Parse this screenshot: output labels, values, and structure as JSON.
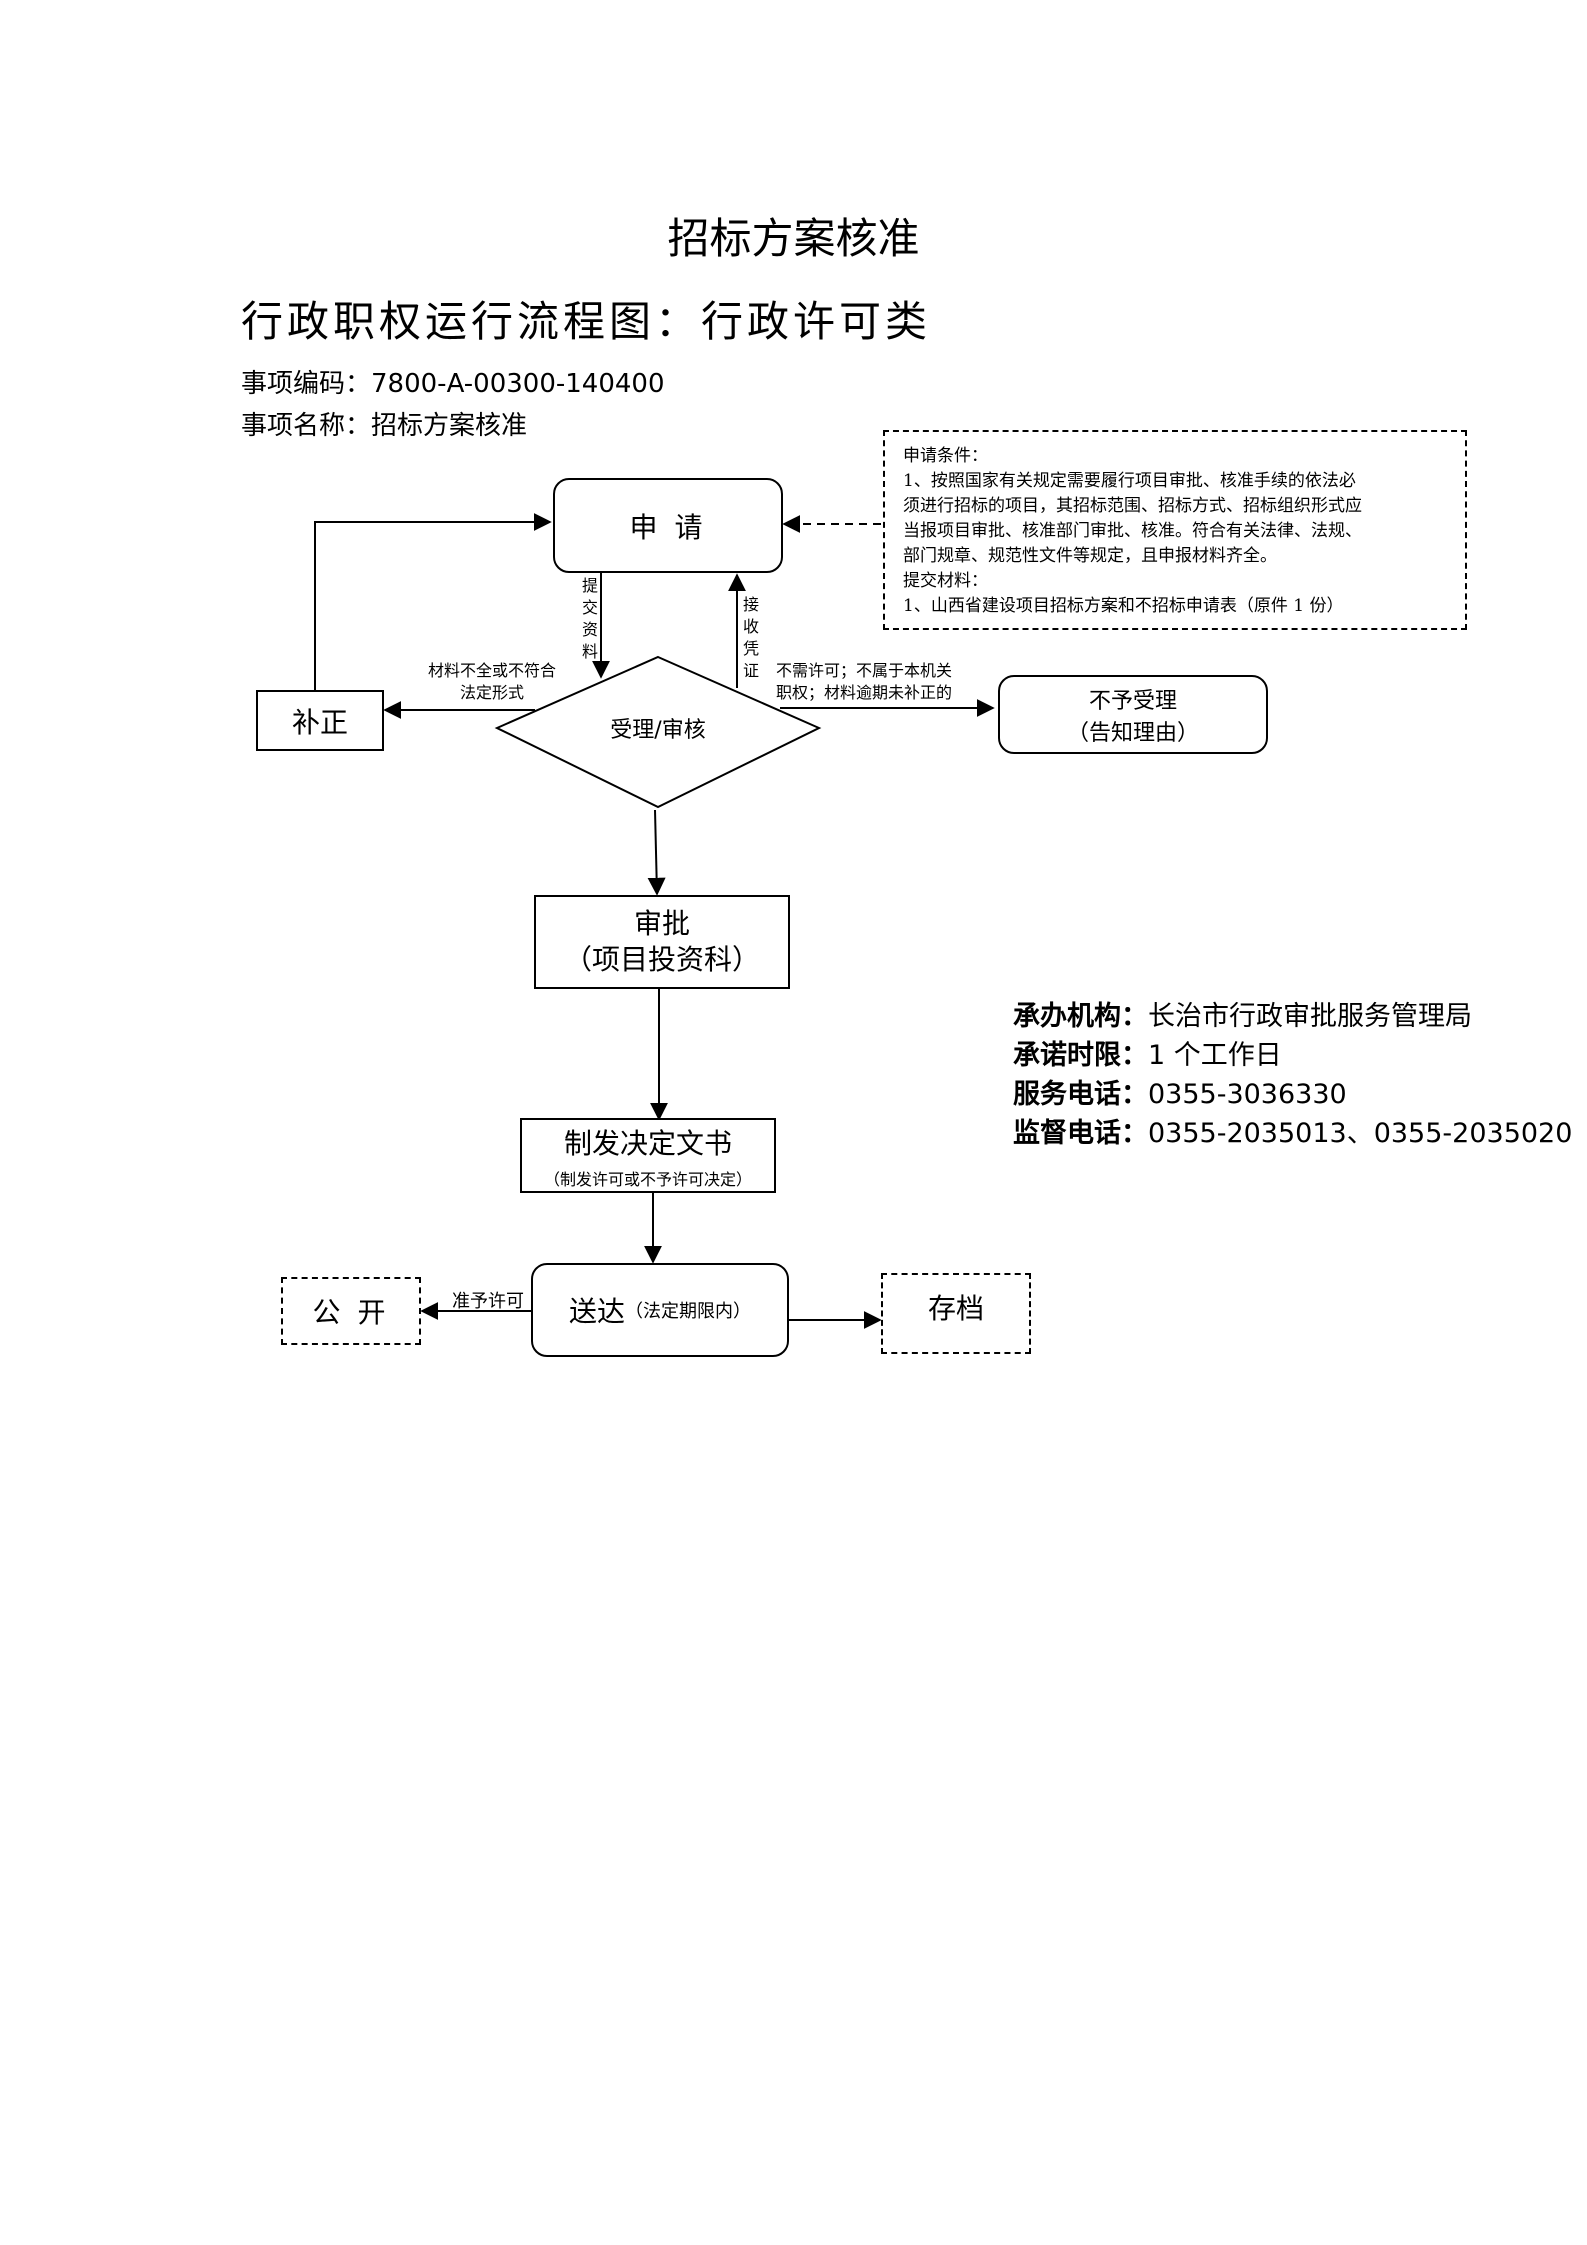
{
  "header": {
    "title": "招标方案核准",
    "subtitle": "行政职权运行流程图：行政许可类",
    "code_label": "事项编码：",
    "code_value": "7800-A-00300-140400",
    "name_label": "事项名称：",
    "name_value": "招标方案核准"
  },
  "conditions": {
    "line1": "申请条件：",
    "line2": "1、按照国家有关规定需要履行项目审批、核准手续的依法必",
    "line3": "须进行招标的项目，其招标范围、招标方式、招标组织形式应",
    "line4": "当报项目审批、核准部门审批、核准。符合有关法律、法规、",
    "line5": "部门规章、规范性文件等规定，且申报材料齐全。",
    "line6": "提交材料：",
    "line7": "1、山西省建设项目招标方案和不招标申请表（原件 1 份）"
  },
  "nodes": {
    "apply": "申 请",
    "review": "受理/审核",
    "correct": "补正",
    "reject_line1": "不予受理",
    "reject_line2": "（告知理由）",
    "approve_line1": "审批",
    "approve_line2": "（项目投资科）",
    "decision_line1": "制发决定文书",
    "decision_line2": "（制发许可或不予许可决定）",
    "deliver_main": "送达",
    "deliver_sub": "（法定期限内）",
    "publish": "公 开",
    "archive": "存档"
  },
  "edges": {
    "submit": [
      "提",
      "交",
      "资",
      "料"
    ],
    "receipt": [
      "接",
      "收",
      "凭",
      "证"
    ],
    "incomplete_line1": "材料不全或不符合",
    "incomplete_line2": "法定形式",
    "no_permit_line1": "不需许可；不属于本机关",
    "no_permit_line2": "职权；材料逾期未补正的",
    "grant": "准予许可"
  },
  "info": {
    "org_label": "承办机构：",
    "org_value": "长治市行政审批服务管理局",
    "limit_label": "承诺时限：",
    "limit_value": "1 个工作日",
    "phone_label": "服务电话：",
    "phone_value": "0355-3036330",
    "supervise_label": "监督电话：",
    "supervise_value": "0355-2035013、0355-2035020"
  }
}
